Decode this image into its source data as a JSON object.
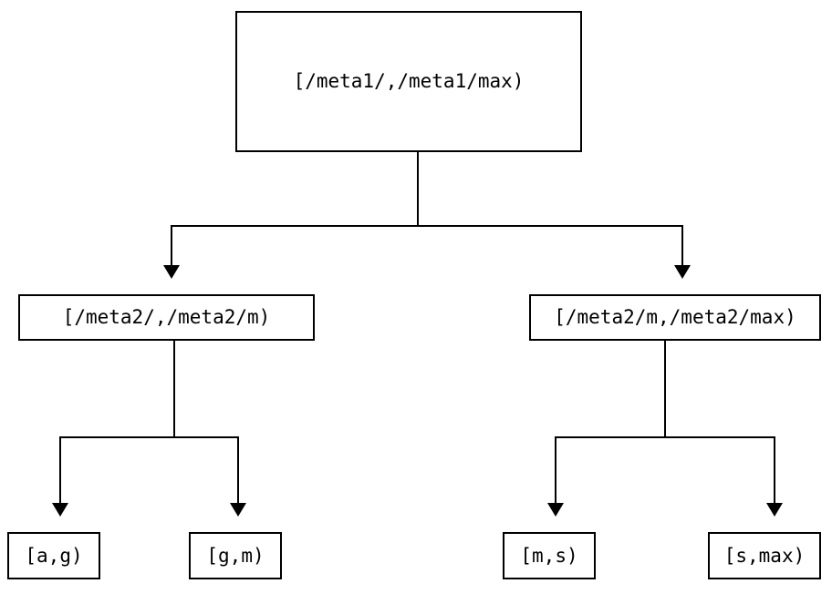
{
  "diagram": {
    "type": "binary-range-partition-tree",
    "background_color": "#ffffff",
    "line_color": "#000000",
    "text_color": "#000000",
    "levels": 3,
    "root": {
      "label": "[/meta1/,/meta1/max)"
    },
    "level2": [
      {
        "label": "[/meta2/,/meta2/m)"
      },
      {
        "label": "[/meta2/m,/meta2/max)"
      }
    ],
    "leaves": [
      {
        "label": "[a,g)"
      },
      {
        "label": "[g,m)"
      },
      {
        "label": "[m,s)"
      },
      {
        "label": "[s,max)"
      }
    ]
  }
}
